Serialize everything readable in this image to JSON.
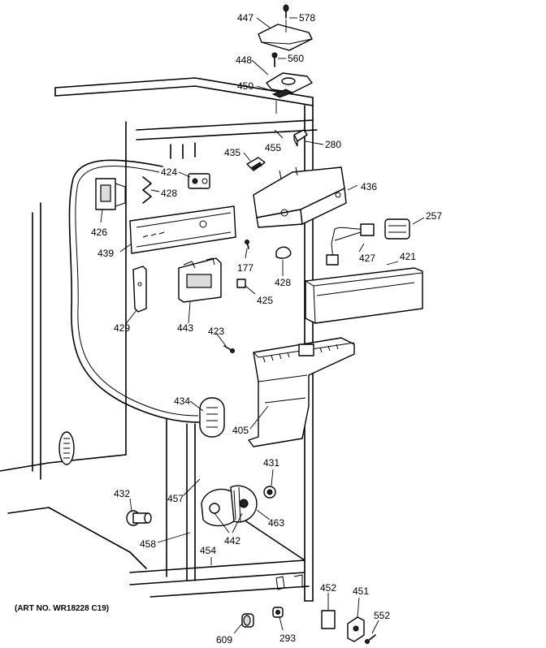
{
  "art_number": "(ART NO. WR18228 C19)",
  "labels": {
    "p447": "447",
    "p578": "578",
    "p448": "448",
    "p560": "560",
    "p450": "450",
    "p280": "280",
    "p455": "455",
    "p435": "435",
    "p424": "424",
    "p428a": "428",
    "p436": "436",
    "p426": "426",
    "p257": "257",
    "p439": "439",
    "p177": "177",
    "p428b": "428",
    "p427": "427",
    "p421": "421",
    "p425": "425",
    "p429": "429",
    "p443": "443",
    "p423": "423",
    "p434": "434",
    "p405": "405",
    "p431": "431",
    "p432": "432",
    "p457": "457",
    "p463": "463",
    "p442": "442",
    "p458": "458",
    "p454": "454",
    "p452": "452",
    "p451": "451",
    "p552": "552",
    "p609": "609",
    "p293": "293"
  }
}
